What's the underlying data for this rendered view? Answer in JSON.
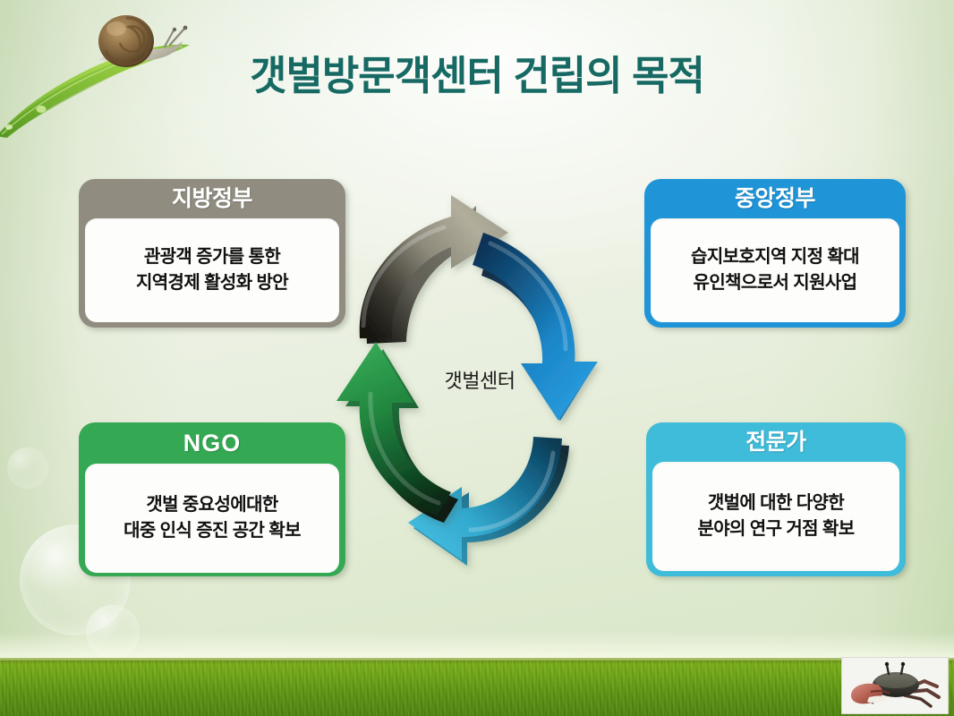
{
  "slide": {
    "title": "갯벌방문객센터 건립의 목적",
    "center_label": "갯벌센터",
    "title_color": "#176a63",
    "background_color": "#e9f0e0"
  },
  "cards": [
    {
      "id": "local-government",
      "header": "지방정부",
      "header_color": "#908d80",
      "body_lines": [
        "관광객 증가를 통한",
        "지역경제 활성화 방안"
      ]
    },
    {
      "id": "central-government",
      "header": "중앙정부",
      "header_color": "#1f95d8",
      "body_lines": [
        "습지보호지역 지정 확대",
        "유인책으로서 지원사업"
      ]
    },
    {
      "id": "ngo",
      "header": "NGO",
      "header_color": "#34a853",
      "body_lines": [
        "갯벌 중요성에대한",
        "대중 인식 증진 공간 확보"
      ]
    },
    {
      "id": "expert",
      "header": "전문가",
      "header_color": "#3fbcd9",
      "body_lines": [
        "갯벌에 대한 다양한",
        "분야의 연구 거점 확보"
      ]
    }
  ],
  "cycle": {
    "arrows": [
      {
        "name": "gray-arrow-top",
        "from": "지방정부",
        "to": "중앙정부",
        "color": "#a8a596",
        "dark": "#23221e"
      },
      {
        "name": "blue-arrow-right",
        "from": "중앙정부",
        "to": "전문가",
        "color": "#1f8ed6",
        "dark": "#0d3b63"
      },
      {
        "name": "cyan-arrow-bottom",
        "from": "전문가",
        "to": "NGO",
        "color": "#3fbce0",
        "dark": "#0e4a66"
      },
      {
        "name": "green-arrow-left",
        "from": "NGO",
        "to": "지방정부",
        "color": "#2f9e4f",
        "dark": "#0e3d1e"
      }
    ]
  },
  "decorations": {
    "snail_on_leaf": "snail-leaf-photo",
    "crab": "fiddler-crab-photo",
    "grass_field": "grass-field",
    "bubbles": [
      "bubble-large",
      "bubble-medium",
      "bubble-small"
    ]
  }
}
